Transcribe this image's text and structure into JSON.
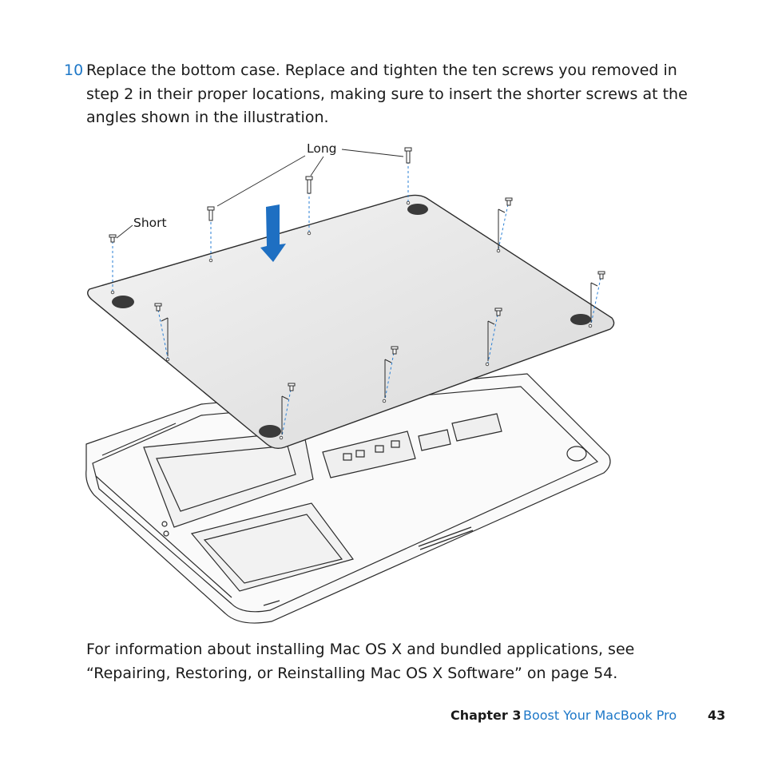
{
  "step": {
    "number": "10",
    "text": "Replace the bottom case. Replace and tighten the ten screws you removed in step 2 in their proper locations, making sure to insert the shorter screws at the angles shown in the illustration."
  },
  "illustration": {
    "label_long": "Long",
    "label_short": "Short",
    "colors": {
      "arrow": "#1e6fc2",
      "guides": "#2a7fd4",
      "case": "#e6e6e6",
      "outline": "#2b2b2b"
    }
  },
  "body_paragraph": "For information about installing Mac OS X and bundled applications, see “Repairing, Restoring, or Reinstalling Mac OS X Software” on page 54.",
  "footer": {
    "chapter": "Chapter 3",
    "title": "Boost Your MacBook Pro",
    "page": "43"
  }
}
